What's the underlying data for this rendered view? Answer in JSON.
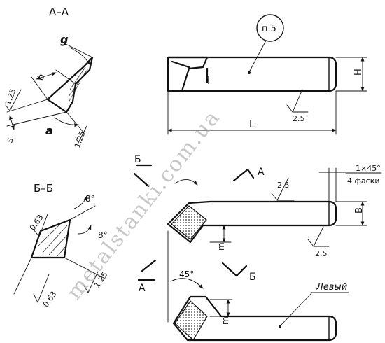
{
  "sections": {
    "aa": "А–А",
    "bb": "Б–Б",
    "cut_a": "А",
    "cut_b": "Б"
  },
  "labels": {
    "ref_note": "п.5",
    "L": "L",
    "H": "H",
    "B": "B",
    "m": "m",
    "l": "l",
    "g": "g",
    "a": "a",
    "b": "b",
    "s": "s",
    "chamfer_size": "1×45°",
    "chamfer_count": "4 фаски",
    "angle_45": "45°",
    "angle_8a": "8°",
    "angle_8b": "8°",
    "left_cutter": "Левый"
  },
  "roughness": {
    "r1": "2.5",
    "r2": "2.5",
    "r3": "2.5",
    "r4": "1.25",
    "r5": "1.25",
    "r6": "0.63",
    "r7": "0.63",
    "r8": "1.25"
  },
  "watermark": "metalstanki.com.ua"
}
